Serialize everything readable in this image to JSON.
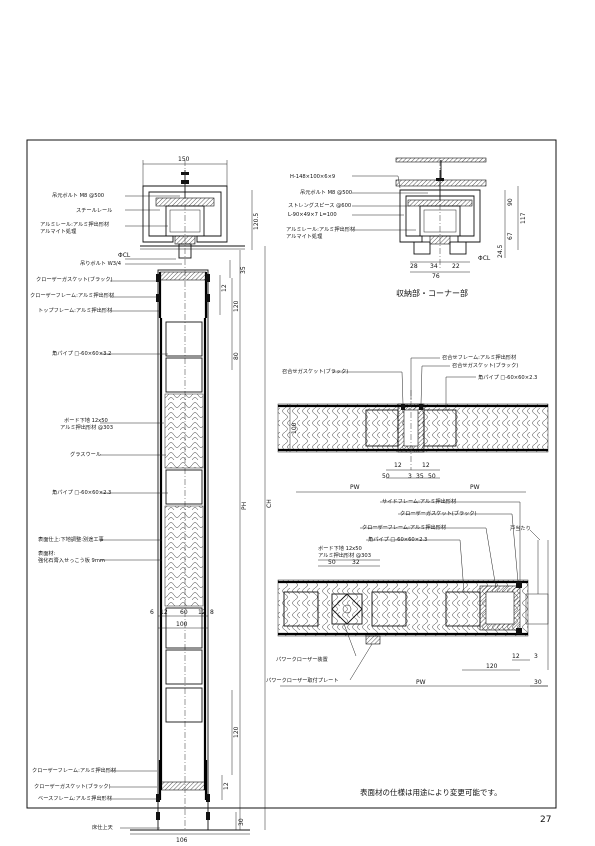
{
  "page_number": "27",
  "note": "表面材の仕様は用途により変更可能です。",
  "vertical_section": {
    "labels": {
      "bolt_top": "吊元ボルト M8 @500",
      "steel_rail": "スチールレール",
      "alu_rail": "アルミレール:アルミ押出形材",
      "alu_finish": "アルマイト処理",
      "bolt_lower": "吊りボルト W3/4",
      "closer_gasket_top": "クローザーガスケット(ブラック)",
      "closer_frame_top": "クローザーフレーム:アルミ押出形材",
      "top_frame": "トップフレーム:アルミ押出形材",
      "square_pipe_1": "角パイプ □-60×60×3.2",
      "board": "ボード下地 12x50",
      "board_alu": "アルミ押出形材 @303",
      "glass_wool": "グラスウール",
      "square_pipe_2": "角パイプ □-60×60×2.3",
      "surface_1": "表面仕上:下地調整:別途工事",
      "surface_2": "表面材:",
      "surface_3": "強化石膏入せっこう板 9mm",
      "closer_frame_bot": "クローザーフレーム:アルミ押出形材",
      "closer_gasket_bot": "クローザーガスケット(ブラック)",
      "base_frame": "ベースフレーム:アルミ押出形材",
      "floor": "床仕上天"
    },
    "dims": {
      "w150": "150",
      "h120_5": "120.5",
      "h35": "35",
      "h12a": "12",
      "h120a": "120",
      "h80": "80",
      "ph": "PH",
      "ch": "CH",
      "b6": "6",
      "b12a": "12",
      "b60": "60",
      "b12b": "12",
      "b8": "8",
      "b100": "100",
      "h120b": "120",
      "h12b": "12",
      "h30": "30",
      "b106": "106",
      "cl": "ΦCL"
    }
  },
  "storage_corner": {
    "caption": "収納部・コーナー部",
    "labels": {
      "h_beam": "H-148×100×6×9",
      "bolt": "吊元ボルト M8 @500",
      "strength_spacer": "ストレングスピース @600",
      "l_angle": "L-90×49×7 L=100",
      "alu_rail": "アルミレール:アルミ押出形材",
      "alu_finish": "アルマイト処理"
    },
    "dims": {
      "d90": "90",
      "d117": "117",
      "d67": "67",
      "d24_5": "24.5",
      "d28": "28",
      "d34": "34",
      "d22": "22",
      "d76": "76",
      "cl": "ΦCL"
    }
  },
  "plan_top": {
    "labels": {
      "gasket_left": "召合せガスケット(ブラック)",
      "frame": "召合せフレーム:アルミ押出形材",
      "gasket_right": "召合せガスケット(ブラック)",
      "pipe": "角パイプ □-60×60×2.3"
    },
    "dims": {
      "d100": "100",
      "d12a": "12",
      "d12b": "12",
      "d3": "3",
      "d50a": "50",
      "d50b": "50",
      "d35": "35",
      "pw_l": "PW",
      "pw_r": "PW"
    }
  },
  "plan_bottom": {
    "labels": {
      "side_frame": "サイドフレーム:アルミ押出形材",
      "closer_gasket": "クローザーガスケット(ブラック)",
      "closer_frame": "クローザーフレーム:アルミ押出形材",
      "pipe": "角パイプ □-60×60×2.3",
      "board": "ボード下地 12x50",
      "board_alu": "アルミ押出形材 @303",
      "door_stop": "戸当たり",
      "power_closer": "パワークローザー装置",
      "power_plate": "パワークローザー取付プレート"
    },
    "dims": {
      "d50": "50",
      "d32": "32",
      "d120": "120",
      "d12": "12",
      "d3": "3",
      "d30": "30",
      "pw": "PW"
    }
  }
}
